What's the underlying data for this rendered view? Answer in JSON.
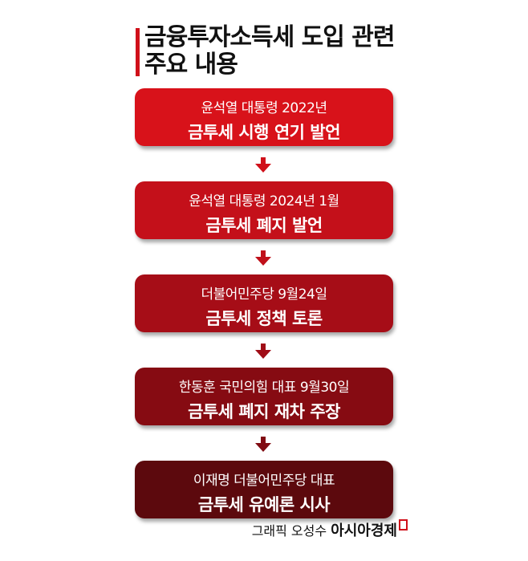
{
  "title": {
    "line1": "금융투자소득세 도입 관련",
    "line2": "주요 내용"
  },
  "steps": [
    {
      "sub": "윤석열 대통령 2022년",
      "main": "금투세 시행 연기 발언",
      "color": "#d8121a"
    },
    {
      "sub": "윤석열 대통령 2024년 1월",
      "main": "금투세 폐지 발언",
      "color": "#c4101a"
    },
    {
      "sub": "더불어민주당 9월24일",
      "main": "금투세 정책 토론",
      "color": "#a60d17"
    },
    {
      "sub": "한동훈 국민의힘 대표 9월30일",
      "main": "금투세 폐지 재차 주장",
      "color": "#860b12"
    },
    {
      "sub": "이재명 더불어민주당 대표",
      "main": "금투세 유예론 시사",
      "color": "#5c090d"
    }
  ],
  "credit": {
    "author": "그래픽 오성수",
    "brand": "아시아경제"
  }
}
